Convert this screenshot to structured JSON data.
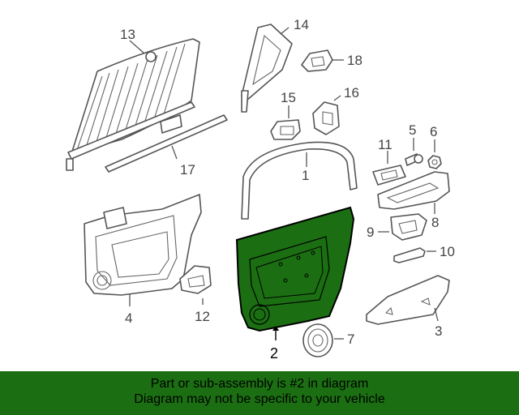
{
  "diagram": {
    "highlight_color": "#1b6f12",
    "callouts": {
      "c1": "1",
      "c2": "2",
      "c3": "3",
      "c4": "4",
      "c5": "5",
      "c6": "6",
      "c7": "7",
      "c8": "8",
      "c9": "9",
      "c10": "10",
      "c11": "11",
      "c12": "12",
      "c13": "13",
      "c14": "14",
      "c15": "15",
      "c16": "16",
      "c17": "17",
      "c18": "18"
    }
  },
  "banner": {
    "line1": "Part or sub-assembly is #2 in diagram",
    "line2": "Diagram may not be specific to your vehicle",
    "background": "#1b6f12"
  }
}
